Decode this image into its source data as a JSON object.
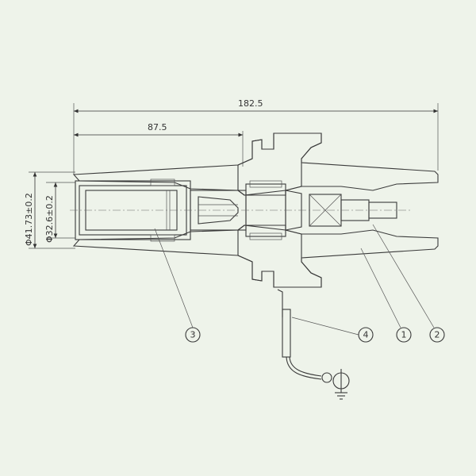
{
  "dimensions": {
    "overall_length": "182.5",
    "inner_length": "87.5",
    "outer_diameter": "Φ41.73±0.2",
    "inner_diameter": "Φ32.6±0.2"
  },
  "callouts": {
    "c1": "1",
    "c2": "2",
    "c3": "3",
    "c4": "4"
  },
  "colors": {
    "background": "#eef3ea",
    "line": "#3a3a3a"
  }
}
